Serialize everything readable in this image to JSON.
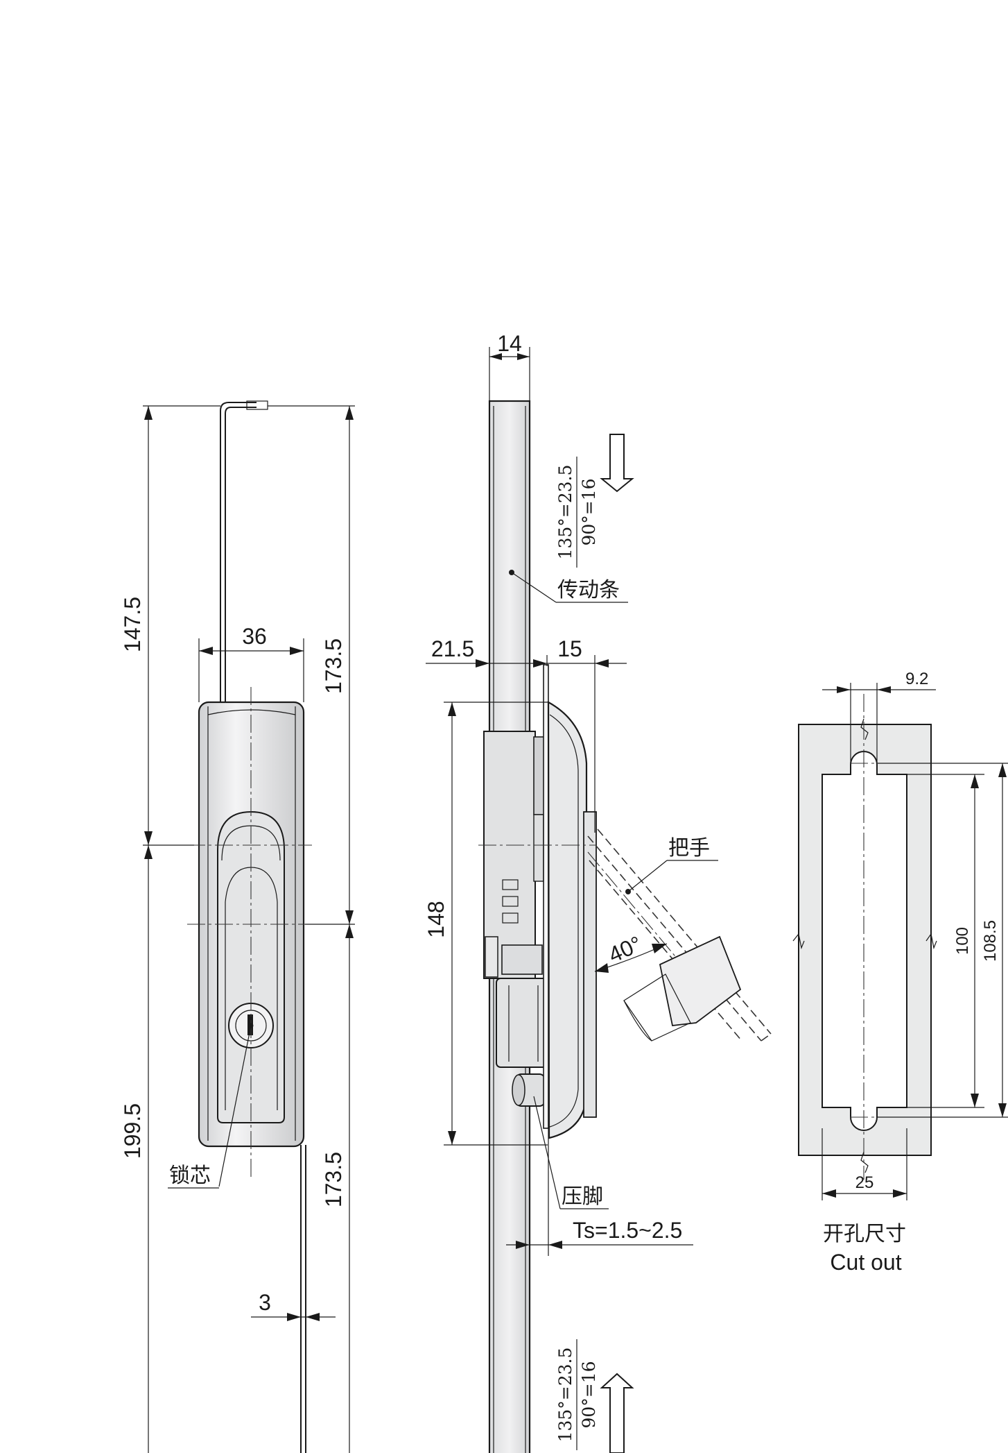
{
  "front_view": {
    "dim_top": "147.5",
    "dim_bottom": "199.5",
    "dim_right_top": "173.5",
    "dim_right_bottom": "173.5",
    "dim_width": "36",
    "dim_rod": "3",
    "label_lock_core": "锁芯"
  },
  "side_view": {
    "dim_bar_width": "14",
    "dim_left": "21.5",
    "dim_right": "15",
    "dim_height": "148",
    "angle": "40°",
    "label_drive_bar": "传动条",
    "label_handle": "把手",
    "label_clamp_foot": "压脚",
    "thickness": "Ts=1.5~2.5",
    "travel_top_a": "135°=23.5",
    "travel_top_b": "90°=16",
    "travel_bottom_a": "135°=23.5",
    "travel_bottom_b": "90°=16"
  },
  "cutout": {
    "dim_notch": "9.2",
    "dim_inner": "100",
    "dim_outer": "108.5",
    "dim_width": "25",
    "title_cn": "开孔尺寸",
    "title_en": "Cut out"
  },
  "colors": {
    "line": "#1a1a1a",
    "fill_light": "#e9eaea",
    "fill_mid": "#d6d7d8"
  }
}
